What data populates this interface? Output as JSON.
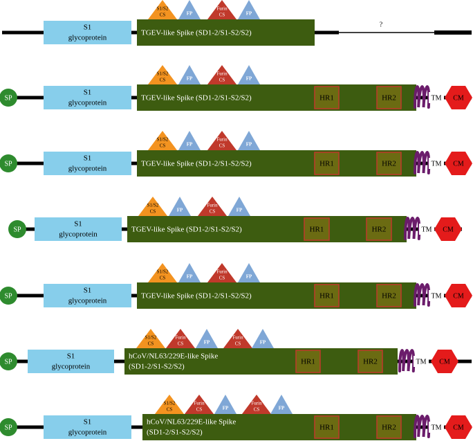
{
  "labels": {
    "sp": "SP",
    "s1_line1": "S1",
    "s1_line2": "glycoprotein",
    "hr1": "HR1",
    "hr2": "HR2",
    "tm": "TM",
    "cm": "CM",
    "s1s2_line1": "S1/S2",
    "s1s2_line2": "CS",
    "furin_line1": "Furin",
    "furin_line2": "CS",
    "fp": "FP",
    "unknown": "?"
  },
  "colors": {
    "s1_fill": "#87ceeb",
    "spike_fill": "#3d5c10",
    "spike_text": "#ffffff",
    "hr_fill": "#6b6b12",
    "hr_border": "#c0392b",
    "sp_fill": "#2e8b2e",
    "cm_fill": "#e41b1b",
    "coil": "#6b1c6b",
    "s1s2_triangle": "#f39320",
    "furin_triangle": "#c0392b",
    "fp_triangle": "#7fa7d6",
    "line": "#000000"
  },
  "rows": [
    {
      "id": "row-1",
      "spike_lines": [
        "TGEV-like Spike (SD1-2/S1-S2/S2)"
      ],
      "sites": [
        "s1s2",
        "fp",
        "furin",
        "fp"
      ],
      "has_sp": false,
      "has_hr": false,
      "has_tm": false,
      "has_cm": false,
      "unknown_tail": true
    },
    {
      "id": "row-2",
      "spike_lines": [
        "TGEV-like Spike (SD1-2/S1-S2/S2)"
      ],
      "sites": [
        "s1s2",
        "fp",
        "furin",
        "fp"
      ],
      "has_sp": true,
      "has_hr": true,
      "has_tm": true,
      "has_cm": true,
      "unknown_tail": false
    },
    {
      "id": "row-3",
      "spike_lines": [
        "TGEV-like Spike (SD1-2/S1-S2/S2)"
      ],
      "sites": [
        "s1s2",
        "fp",
        "furin",
        "fp"
      ],
      "has_sp": true,
      "has_hr": true,
      "has_tm": true,
      "has_cm": true,
      "unknown_tail": false
    },
    {
      "id": "row-4",
      "spike_lines": [
        "TGEV-like Spike (SD1-2/S1-S2/S2)"
      ],
      "sites": [
        "s1s2",
        "fp",
        "furin",
        "fp"
      ],
      "has_sp": true,
      "has_hr": true,
      "has_tm": true,
      "has_cm": true,
      "unknown_tail": false
    },
    {
      "id": "row-5",
      "spike_lines": [
        "TGEV-like Spike (SD1-2/S1-S2/S2)"
      ],
      "sites": [
        "s1s2",
        "fp",
        "furin",
        "fp"
      ],
      "has_sp": true,
      "has_hr": true,
      "has_tm": true,
      "has_cm": true,
      "unknown_tail": false
    },
    {
      "id": "row-6",
      "spike_lines": [
        "hCoV/NL63/229E-like Spike",
        "(SD1-2/S1-S2/S2)"
      ],
      "sites": [
        "s1s2",
        "furin",
        "fp",
        "furin",
        "fp"
      ],
      "has_sp": true,
      "has_hr": true,
      "has_tm": true,
      "has_cm": true,
      "unknown_tail": false
    },
    {
      "id": "row-7",
      "spike_lines": [
        "hCoV/NL63/229E-like Spike",
        "(SD1-2/S1-S2/S2)"
      ],
      "sites": [
        "s1s2",
        "furin",
        "fp",
        "furin",
        "fp"
      ],
      "has_sp": true,
      "has_hr": true,
      "has_tm": true,
      "has_cm": true,
      "unknown_tail": false
    }
  ]
}
